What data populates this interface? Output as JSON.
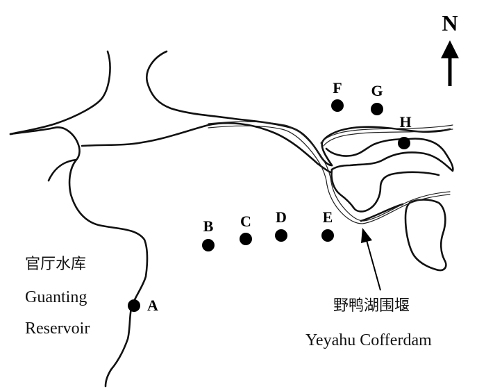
{
  "north": {
    "label": "N"
  },
  "reservoir": {
    "name_cn": "官厅水库",
    "name_en_line1": "Guanting",
    "name_en_line2": "Reservoir"
  },
  "cofferdam": {
    "name_cn": "野鸭湖围堰",
    "name_en": "Yeyahu Cofferdam"
  },
  "sites": [
    {
      "id": "A",
      "label": "A"
    },
    {
      "id": "B",
      "label": "B"
    },
    {
      "id": "C",
      "label": "C"
    },
    {
      "id": "D",
      "label": "D"
    },
    {
      "id": "E",
      "label": "E"
    },
    {
      "id": "F",
      "label": "F"
    },
    {
      "id": "G",
      "label": "G"
    },
    {
      "id": "H",
      "label": "H"
    }
  ]
}
